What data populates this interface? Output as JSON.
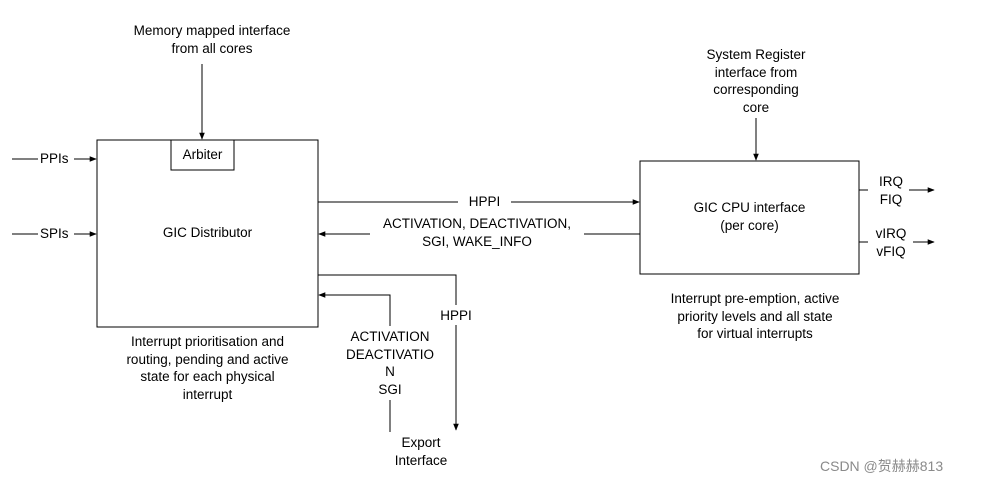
{
  "diagram": {
    "memory_interface": [
      "Memory mapped interface",
      "from all cores"
    ],
    "arbiter": "Arbiter",
    "gic_distributor": "GIC Distributor",
    "ppis": "PPIs",
    "spis": "SPIs",
    "distributor_note": [
      "Interrupt prioritisation and",
      "routing, pending and active",
      "state for each physical",
      "interrupt"
    ],
    "system_register_interface": [
      "System Register",
      "interface from",
      "corresponding",
      "core"
    ],
    "gic_cpu_interface": [
      "GIC CPU interface",
      "(per core)"
    ],
    "irq": "IRQ",
    "fiq": "FIQ",
    "virq": "vIRQ",
    "vfiq": "vFIQ",
    "cpu_note": [
      "Interrupt pre-emption, active",
      "priority levels and all state",
      "for virtual interrupts"
    ],
    "hppi_top": "HPPI",
    "activation_top": [
      "ACTIVATION, DEACTIVATION,",
      "SGI, WAKE_INFO"
    ],
    "hppi_export": "HPPI",
    "activation_export": [
      "ACTIVATION",
      "DEACTIVATIO",
      "N",
      "SGI"
    ],
    "export_interface": [
      "Export",
      "Interface"
    ]
  },
  "watermark": "CSDN @贺赫赫813"
}
